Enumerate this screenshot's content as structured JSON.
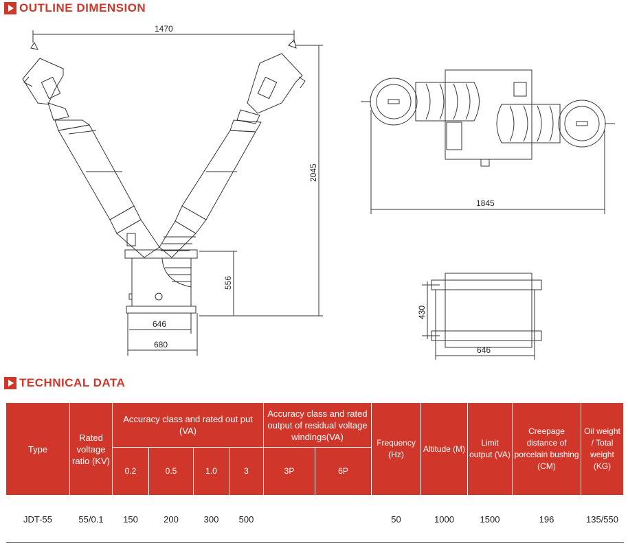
{
  "outline": {
    "title": "OUTLINE DIMENSION",
    "dims": {
      "width_top": "1470",
      "height_total": "2045",
      "base_height": "556",
      "base_inner": "646",
      "base_outer": "680",
      "plan_width": "1845",
      "side_height": "430",
      "side_width": "646"
    }
  },
  "technical": {
    "title": "TECHNICAL DATA",
    "headers": {
      "type": "Type",
      "rated_ratio": "Rated voltage ratio (KV)",
      "accuracy": "Accuracy class and rated out put (VA)",
      "residual": "Accuracy class and rated output of residual voltage windings(VA)",
      "frequency": "Frequency (Hz)",
      "altitude": "Altitude (M)",
      "limit_output": "Limit output (VA)",
      "creepage": "Creepage distance of porcelain bushing (CM)",
      "weight": "Oil weight / Total weight (KG)"
    },
    "sub_headers": [
      "0.2",
      "0.5",
      "1.0",
      "3",
      "3P",
      "6P"
    ],
    "row": {
      "type": "JDT-55",
      "ratio": "55/0.1",
      "c02": "150",
      "c05": "200",
      "c10": "300",
      "c3": "500",
      "c3p": "",
      "c6p": "",
      "frequency": "50",
      "altitude": "1000",
      "limit_output": "1500",
      "creepage": "196",
      "weight": "135/550"
    }
  },
  "colors": {
    "accent": "#d0372a"
  }
}
